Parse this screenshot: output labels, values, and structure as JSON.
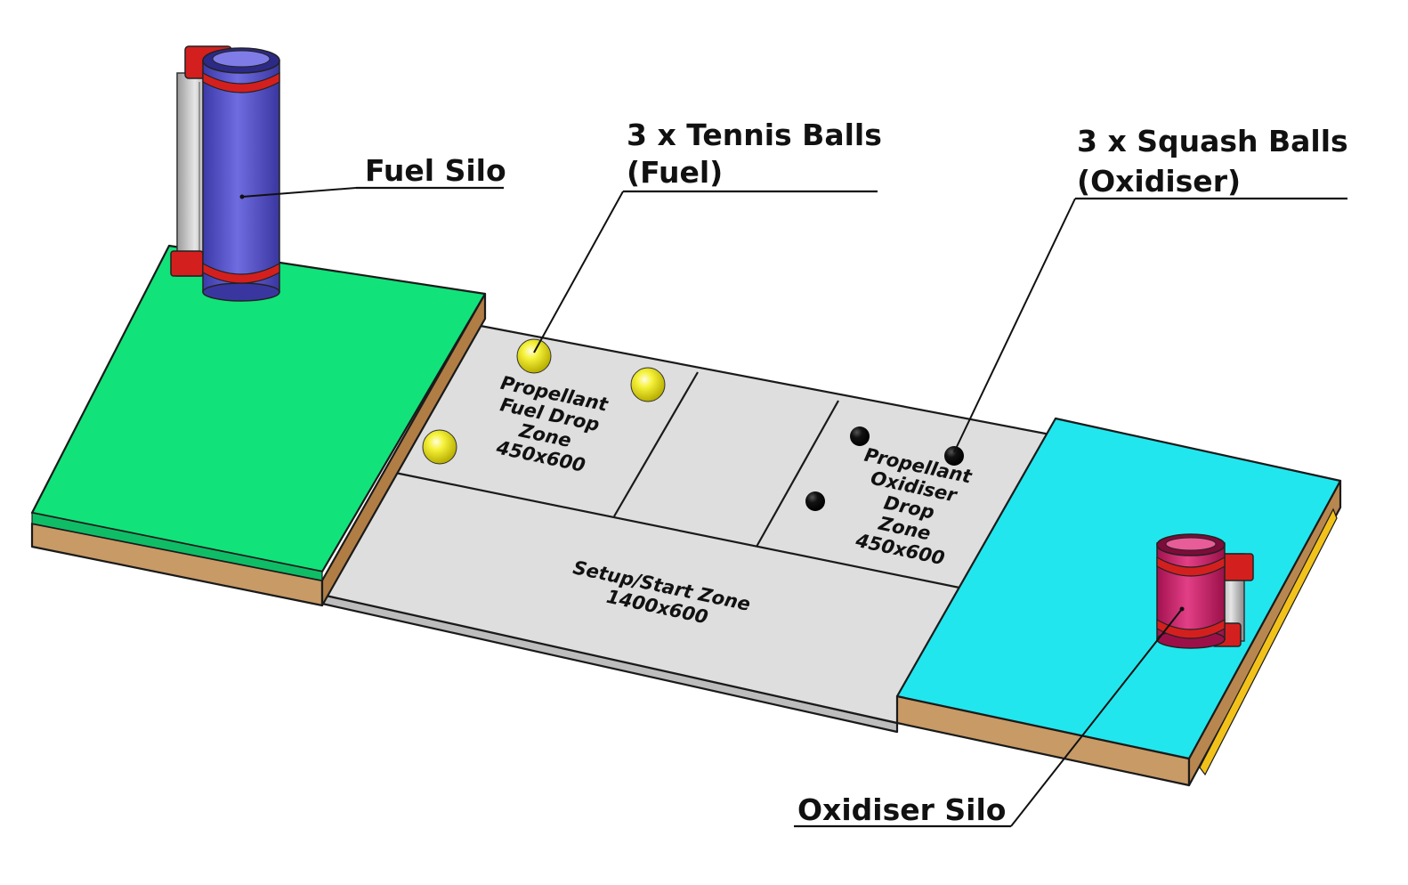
{
  "callouts": {
    "fuel_silo": "Fuel Silo",
    "tennis_line1": "3 x Tennis Balls",
    "tennis_line2": "(Fuel)",
    "squash_line1": "3 x Squash Balls",
    "squash_line2": "(Oxidiser)",
    "oxidiser_silo": "Oxidiser Silo"
  },
  "zones": {
    "fuel_drop": [
      "Propellant",
      "Fuel Drop",
      "Zone",
      "450x600"
    ],
    "oxidiser_drop": [
      "Propellant",
      "Oxidiser",
      "Drop",
      "Zone",
      "450x600"
    ],
    "setup_start": [
      "Setup/Start Zone",
      "1400x600"
    ]
  },
  "colors": {
    "fuel_platform": "#12e27a",
    "oxidiser_platform": "#22e6ee",
    "wood": "#c79a66",
    "floor": "#dedede",
    "fuel_silo_tube": "#5b57cc",
    "oxidiser_silo_tube": "#d92b73",
    "bracket": "#d41f1f",
    "tennis_ball": "#f2ee2a",
    "squash_ball": "#0d0d0d",
    "rail": "#f2c21b"
  },
  "icons": {
    "tennis_ball": "tennis-ball-icon",
    "squash_ball": "squash-ball-icon"
  }
}
